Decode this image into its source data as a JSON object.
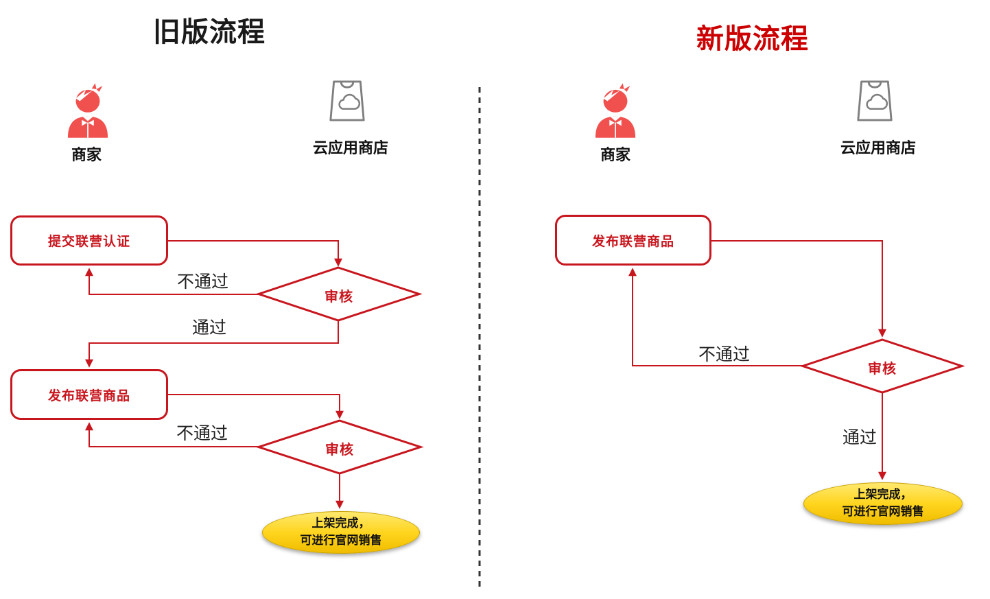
{
  "colors": {
    "flow_red": "#C8161E",
    "title_red": "#CC0000",
    "person_red": "#F0514F",
    "store_gray": "#7F7F7F",
    "result_yellow": "#FFD41C",
    "divider_gray": "#333333"
  },
  "icons": {
    "merchant": "person-avatar-icon",
    "store": "shopping-bag-cloud-icon"
  },
  "old": {
    "title": "旧版流程",
    "merchant_label": "商家",
    "store_label": "云应用商店",
    "steps": {
      "submit": "提交联营认证",
      "review1": "审核",
      "publish": "发布联营商品",
      "review2": "审核",
      "done_line1": "上架完成，",
      "done_line2": "可进行官网销售"
    },
    "edge_labels": {
      "fail1": "不通过",
      "pass1": "通过",
      "fail2": "不通过"
    }
  },
  "new": {
    "title": "新版流程",
    "merchant_label": "商家",
    "store_label": "云应用商店",
    "steps": {
      "publish": "发布联营商品",
      "review": "审核",
      "done_line1": "上架完成，",
      "done_line2": "可进行官网销售"
    },
    "edge_labels": {
      "fail": "不通过",
      "pass": "通过"
    }
  }
}
